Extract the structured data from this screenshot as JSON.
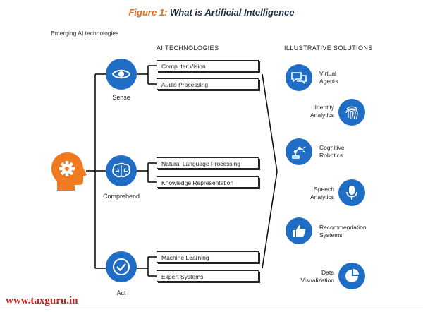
{
  "title": {
    "prefix": "Figure 1:",
    "text": "What is Artificial Intelligence"
  },
  "subtitle": "Emerging AI technologies",
  "column_headers": {
    "technologies": "AI TECHNOLOGIES",
    "solutions": "ILLUSTRATIVE SOLUTIONS"
  },
  "categories": [
    {
      "label": "Sense",
      "icon": "eye-icon",
      "technologies": [
        "Computer Vision",
        "Audio Processing"
      ]
    },
    {
      "label": "Comprehend",
      "icon": "brain-icon",
      "technologies": [
        "Natural Language Processing",
        "Knowledge Representation"
      ]
    },
    {
      "label": "Act",
      "icon": "checkmark-icon",
      "technologies": [
        "Machine Learning",
        "Expert Systems"
      ]
    }
  ],
  "solutions": [
    {
      "label": "Virtual Agents",
      "lines": [
        "Virtual",
        "Agents"
      ],
      "icon": "chat-bubbles-icon",
      "side": "left"
    },
    {
      "label": "Identity Analytics",
      "lines": [
        "Identity",
        "Analytics"
      ],
      "icon": "fingerprint-icon",
      "side": "right"
    },
    {
      "label": "Cognitive Robotics",
      "lines": [
        "Cognitive",
        "Robotics"
      ],
      "icon": "robot-arm-icon",
      "side": "left"
    },
    {
      "label": "Speech Analytics",
      "lines": [
        "Speech",
        "Analytics"
      ],
      "icon": "microphone-icon",
      "side": "right"
    },
    {
      "label": "Recommendation Systems",
      "lines": [
        "Recommendation",
        "Systems"
      ],
      "icon": "thumbs-up-icon",
      "side": "left"
    },
    {
      "label": "Data Visualization",
      "lines": [
        "Data",
        "Visualization"
      ],
      "icon": "pie-chart-icon",
      "side": "right"
    }
  ],
  "footer": "www.taxguru.in",
  "colors": {
    "icon_blue": "#1f6dc4",
    "head_orange": "#f07a22",
    "title_orange": "#e06b1c",
    "footer_red": "#c81e1e"
  }
}
